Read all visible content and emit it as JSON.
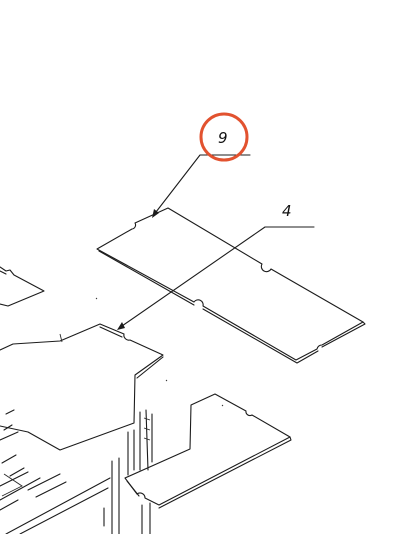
{
  "callouts": [
    {
      "id": "callout-9",
      "label": "9",
      "highlighted": true
    },
    {
      "id": "callout-4",
      "label": "4",
      "highlighted": false
    }
  ],
  "colors": {
    "line": "#1c1c1c",
    "highlight_circle": "#e2522f",
    "background": "#ffffff"
  }
}
